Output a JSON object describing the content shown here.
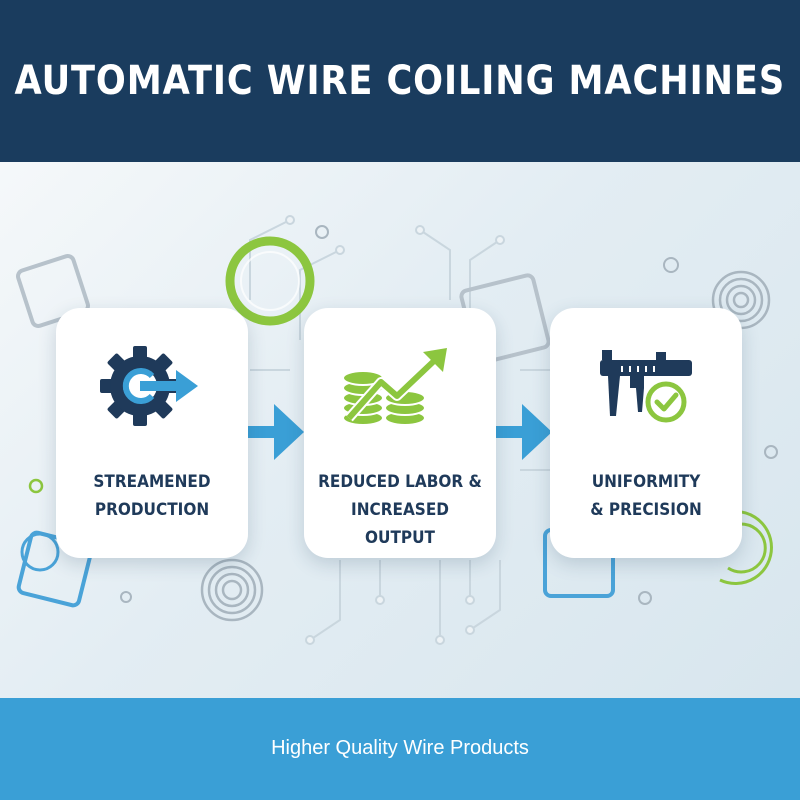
{
  "title": "AUTOMATIC WIRE COILING MACHINES",
  "steps": [
    {
      "line1": "STREAMENED",
      "line2": "PRODUCTION",
      "icon": "gear-arrow-icon"
    },
    {
      "line1": "REDUCED LABOR &",
      "line2": "INCREASED OUTPUT",
      "icon": "coins-growth-icon"
    },
    {
      "line1": "UNIFORMITY",
      "line2": "& PRECISION",
      "icon": "caliper-check-icon"
    }
  ],
  "footer": "Higher Quality Wire Products",
  "colors": {
    "navy": "#1a3c5e",
    "blue": "#3a9fd6",
    "green": "#8cc63f"
  }
}
